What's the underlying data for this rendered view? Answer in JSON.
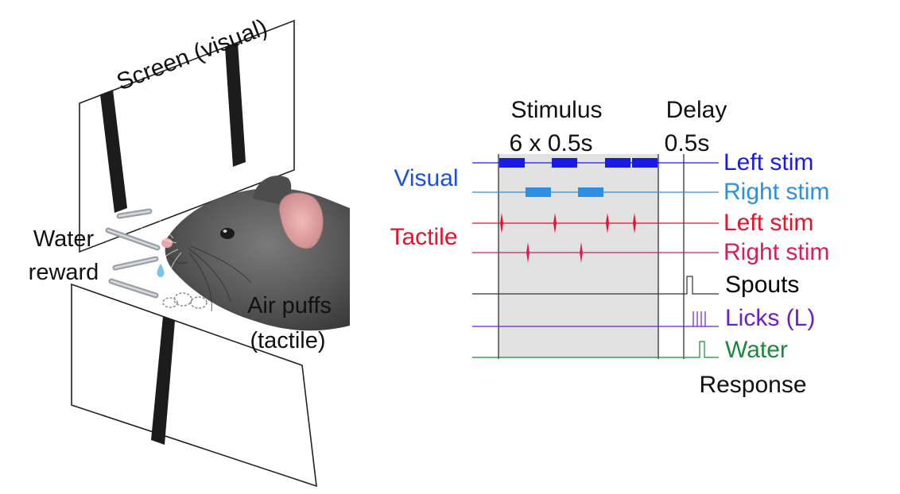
{
  "setup": {
    "screen_label": "Screen (visual)",
    "water_label_line1": "Water",
    "water_label_line2": "reward",
    "air_label_line1": "Air puffs",
    "air_label_line2": "(tactile)"
  },
  "timeline": {
    "stimulus_label_line1": "Stimulus",
    "stimulus_label_line2": "6 x 0.5s",
    "delay_label_line1": "Delay",
    "delay_label_line2": "0.5s",
    "response_label": "Response",
    "group_visual": "Visual",
    "group_tactile": "Tactile",
    "rows": [
      {
        "label": "Left stim",
        "color": "#1a1ae6"
      },
      {
        "label": "Right stim",
        "color": "#2e8fe0"
      },
      {
        "label": "Left stim",
        "color": "#e8102a"
      },
      {
        "label": "Right stim",
        "color": "#d41f5c"
      },
      {
        "label": "Spouts",
        "color": "#000000"
      },
      {
        "label": "Licks (L)",
        "color": "#6a1fc9"
      },
      {
        "label": "Water",
        "color": "#1a8a3a"
      }
    ]
  },
  "colors": {
    "visual": "#1a4fe0",
    "tactile": "#e8102a",
    "stimulus_window": "#e2e2e2",
    "mouse": "#5c5c5c"
  },
  "icons": {
    "mouse": "mouse-head-illustration",
    "spout": "water-spout-icon",
    "droplet": "water-droplet-icon",
    "air_puff": "air-puff-icon"
  }
}
